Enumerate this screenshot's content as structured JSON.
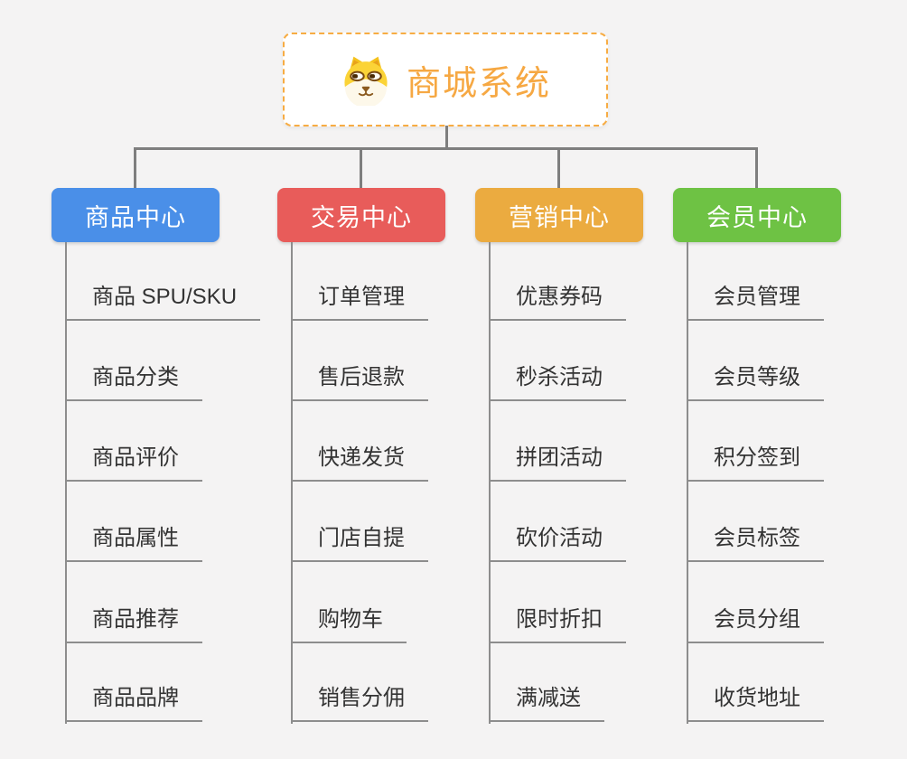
{
  "root": {
    "title": "商城系统",
    "icon": "dog-face-icon",
    "accent_color": "#f6a843",
    "border_color": "#f7ac43"
  },
  "connector_color": "#7e7e7e",
  "branches": [
    {
      "label": "商品中心",
      "color": "#4a8fe8",
      "children": [
        "商品 SPU/SKU",
        "商品分类",
        "商品评价",
        "商品属性",
        "商品推荐",
        "商品品牌"
      ]
    },
    {
      "label": "交易中心",
      "color": "#e85c5a",
      "children": [
        "订单管理",
        "售后退款",
        "快递发货",
        "门店自提",
        "购物车",
        "销售分佣"
      ]
    },
    {
      "label": "营销中心",
      "color": "#ebab40",
      "children": [
        "优惠券码",
        "秒杀活动",
        "拼团活动",
        "砍价活动",
        "限时折扣",
        "满减送"
      ]
    },
    {
      "label": "会员中心",
      "color": "#6ec244",
      "children": [
        "会员管理",
        "会员等级",
        "积分签到",
        "会员标签",
        "会员分组",
        "收货地址"
      ]
    }
  ]
}
